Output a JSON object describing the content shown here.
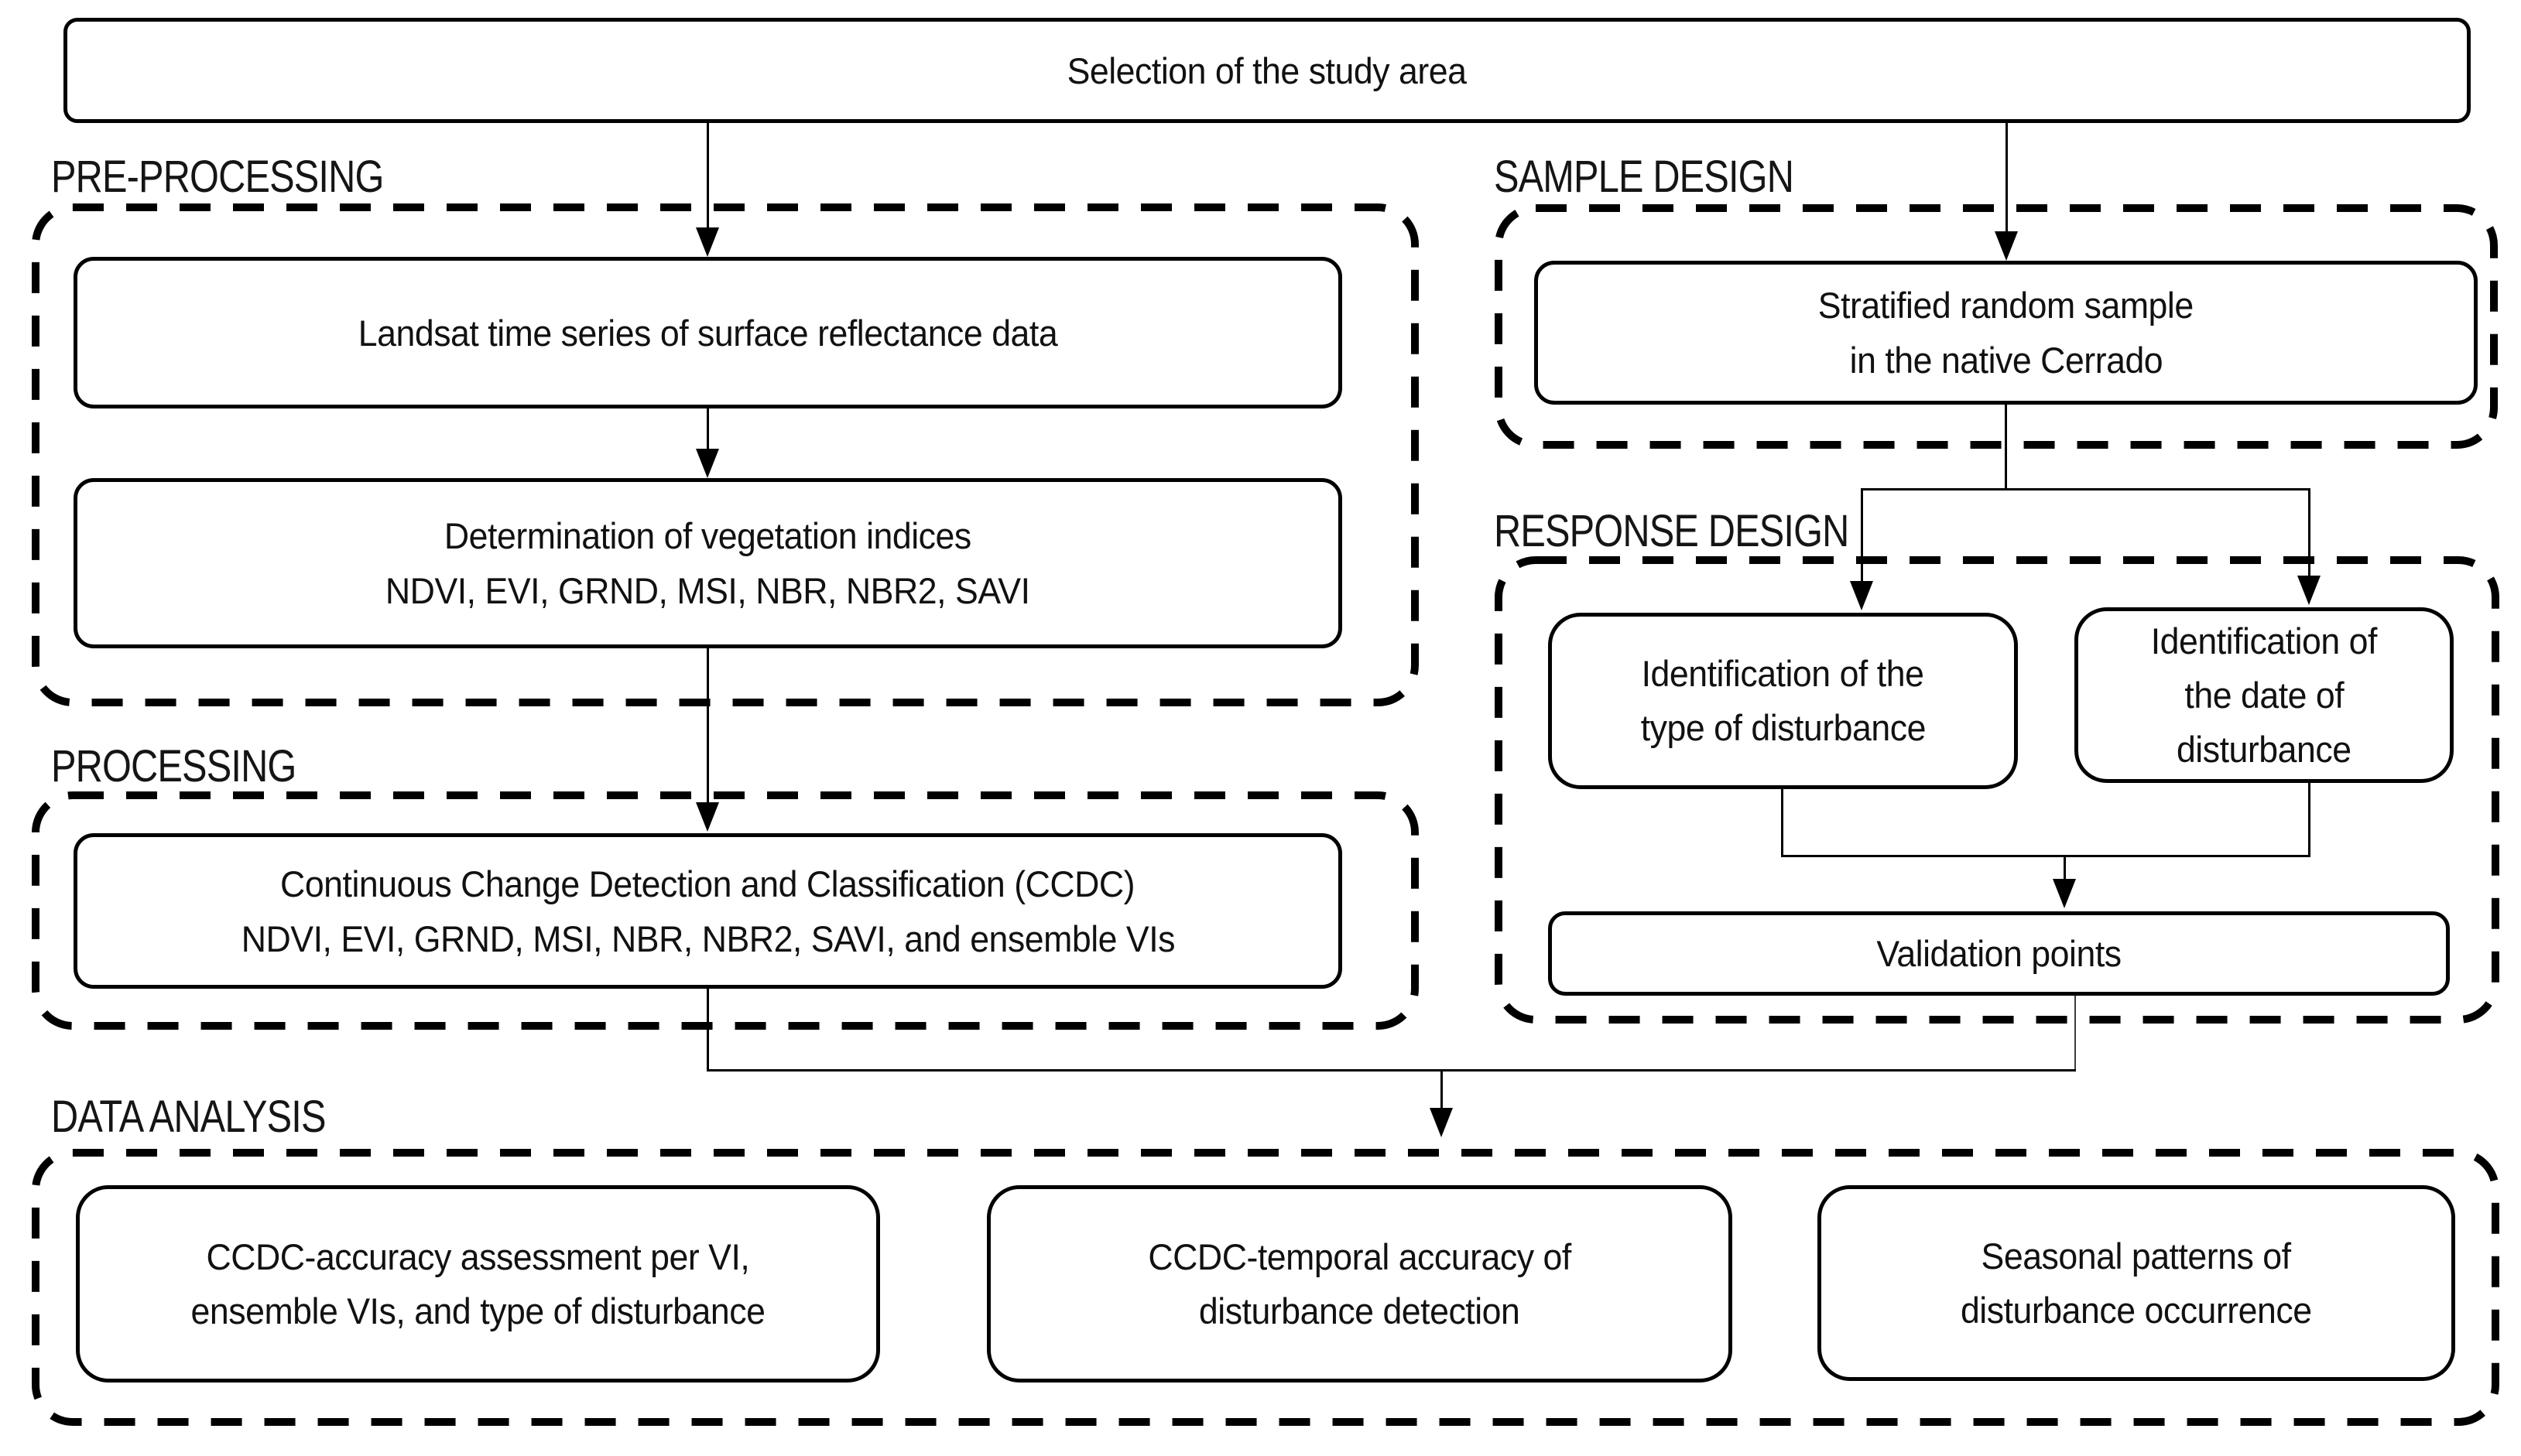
{
  "colors": {
    "background": "#ffffff",
    "line": "#000000",
    "text": "#111111"
  },
  "sections": {
    "pre_processing": {
      "label": "PRE-PROCESSING"
    },
    "processing": {
      "label": "PROCESSING"
    },
    "sample_design": {
      "label": "SAMPLE DESIGN"
    },
    "response_design": {
      "label": "RESPONSE DESIGN"
    },
    "data_analysis": {
      "label": "DATA ANALYSIS"
    }
  },
  "boxes": {
    "selection": {
      "line1": "Selection of the study area"
    },
    "landsat": {
      "line1": "Landsat time series of surface reflectance data"
    },
    "vegetation_indices": {
      "line1": "Determination of vegetation indices",
      "line2": "NDVI, EVI, GRND, MSI, NBR, NBR2, SAVI"
    },
    "ccdc": {
      "line1": "Continuous Change Detection and Classification (CCDC)",
      "line2": "NDVI, EVI, GRND, MSI, NBR, NBR2, SAVI, and ensemble VIs"
    },
    "stratified_sample": {
      "line1": "Stratified random sample",
      "line2": "in the native Cerrado"
    },
    "type_of_disturbance": {
      "line1": "Identification of the",
      "line2": "type of disturbance"
    },
    "date_of_disturbance": {
      "line1": "Identification of",
      "line2": "the date of",
      "line3": "disturbance"
    },
    "validation_points": {
      "line1": "Validation points"
    },
    "accuracy_assessment": {
      "line1": "CCDC-accuracy assessment per VI,",
      "line2": "ensemble VIs, and type of disturbance"
    },
    "temporal_accuracy": {
      "line1": "CCDC-temporal accuracy of",
      "line2": "disturbance detection"
    },
    "seasonal_patterns": {
      "line1": "Seasonal patterns of",
      "line2": "disturbance occurrence"
    }
  }
}
